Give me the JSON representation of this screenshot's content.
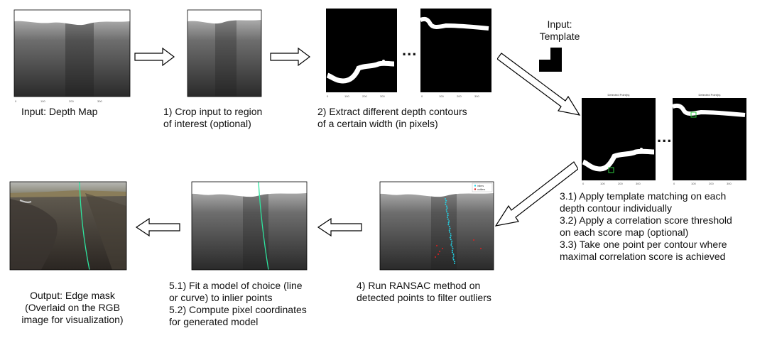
{
  "steps": {
    "input": {
      "caption": "Input: Depth Map"
    },
    "crop": {
      "line1": "1) Crop input to region",
      "line2": "of interest (optional)"
    },
    "extract": {
      "line1": "2) Extract different depth contours",
      "line2": "of a certain width (in pixels)"
    },
    "template": {
      "line1": "Input:",
      "line2": "Template"
    },
    "matching": {
      "lines": [
        "3.1) Apply template matching on each",
        "depth contour individually",
        "3.2) Apply a correlation score threshold",
        "on each score map (optional)",
        "3.3) Take one point per contour where",
        "maximal correlation score is achieved"
      ],
      "panel_title": "Detected Point(s)"
    },
    "ransac": {
      "line1": "4) Run RANSAC method on",
      "line2": "detected points to filter outliers",
      "legend": [
        "inliers",
        "outliers"
      ]
    },
    "fit": {
      "lines": [
        "5.1) Fit a model of choice (line",
        "or curve) to inlier points",
        "5.2) Compute pixel coordinates",
        "for generated model"
      ]
    },
    "output": {
      "lines": [
        "Output: Edge mask",
        "(Overlaid on the RGB",
        "image for visualization)"
      ]
    }
  },
  "ellipsis": "...",
  "colors": {
    "inlier": "#22d3e6",
    "outlier": "#e01f1f",
    "fit_line": "#2ee6a0",
    "match_box": "#2ecc40"
  }
}
